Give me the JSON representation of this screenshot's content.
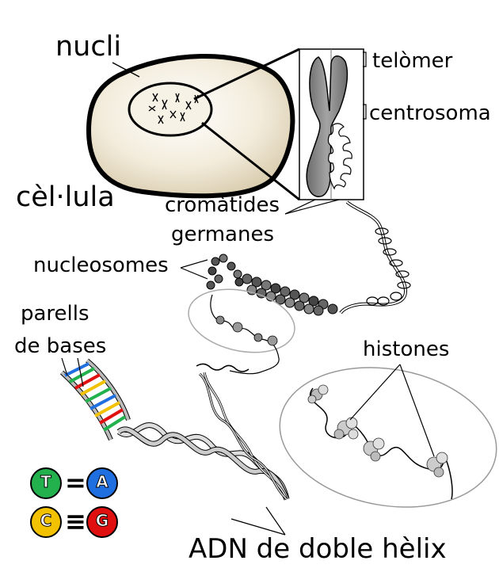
{
  "labels": {
    "nucleus": "nucli",
    "cell": "cèl·lula",
    "telomere": "telòmer",
    "centromere": "centrosoma",
    "chromatids_line1": "cromàtides",
    "chromatids_line2": "germanes",
    "nucleosomes": "nucleosomes",
    "base_pairs_line1": "parells",
    "base_pairs_line2": "de bases",
    "histones": "histones",
    "dna": "ADN de doble hèlix"
  },
  "base_pair_key": [
    {
      "left": "T",
      "bond": "=",
      "right": "A"
    },
    {
      "left": "C",
      "bond": "≡",
      "right": "G"
    }
  ],
  "colors": {
    "T": "#22b14c",
    "A": "#1f6fe0",
    "C": "#f2c200",
    "G": "#e01010",
    "cell_fill": "#efe6d2",
    "chromosome": "#8a8a8a"
  }
}
